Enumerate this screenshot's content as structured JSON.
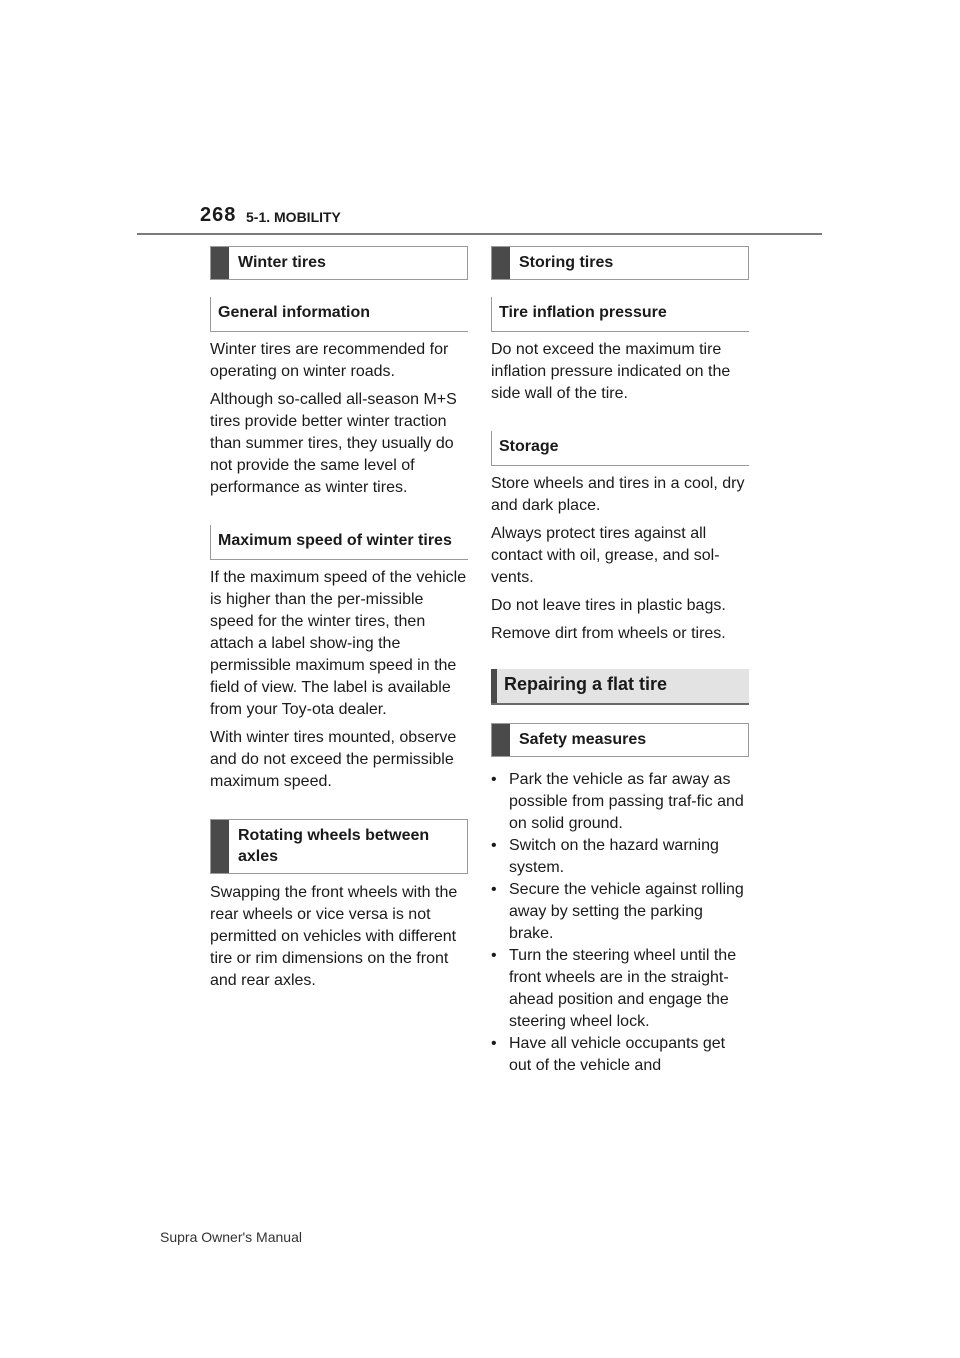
{
  "header": {
    "page_number": "268",
    "section": "5-1. MOBILITY"
  },
  "left": {
    "winter_tires": "Winter tires",
    "general_info": {
      "heading": "General information",
      "para1": "Winter tires are recommended for operating on winter roads.",
      "para2": "Although so-called all-season M+S tires provide better winter traction than summer tires, they usually do not provide the same level of performance as winter tires."
    },
    "max_speed": {
      "heading": "Maximum speed of winter tires",
      "para1": "If the maximum speed of the vehicle is higher than the per-missible speed for the winter tires, then attach a label show-ing the permissible maximum speed in the field of view. The label is available from your Toy-ota dealer.",
      "para2": "With winter tires mounted, observe and do not exceed the permissible maximum speed."
    },
    "rotating": {
      "heading": "Rotating wheels between axles",
      "para1": "Swapping the front wheels with the rear wheels or vice versa is not permitted on vehicles with different tire or rim dimensions on the front and rear axles."
    }
  },
  "right": {
    "storing_tires": "Storing tires",
    "inflation": {
      "heading": "Tire inflation pressure",
      "para1": "Do not exceed the maximum tire inflation pressure indicated on the side wall of the tire."
    },
    "storage": {
      "heading": "Storage",
      "para1": "Store wheels and tires in a cool, dry and dark place.",
      "para2": "Always protect tires against all contact with oil, grease, and sol-vents.",
      "para3": "Do not leave tires in plastic bags.",
      "para4": "Remove dirt from wheels or tires."
    },
    "repairing": "Repairing a flat tire",
    "safety": {
      "heading": "Safety measures",
      "items": [
        "Park the vehicle as far away as possible from passing traf-fic and on solid ground.",
        "Switch on the hazard warning system.",
        "Secure the vehicle against rolling away by setting the parking brake.",
        "Turn the steering wheel until the front wheels are in the straight-ahead position and engage the steering wheel lock.",
        "Have all vehicle occupants get out of the vehicle and"
      ]
    }
  },
  "footer": "Supra Owner's Manual"
}
